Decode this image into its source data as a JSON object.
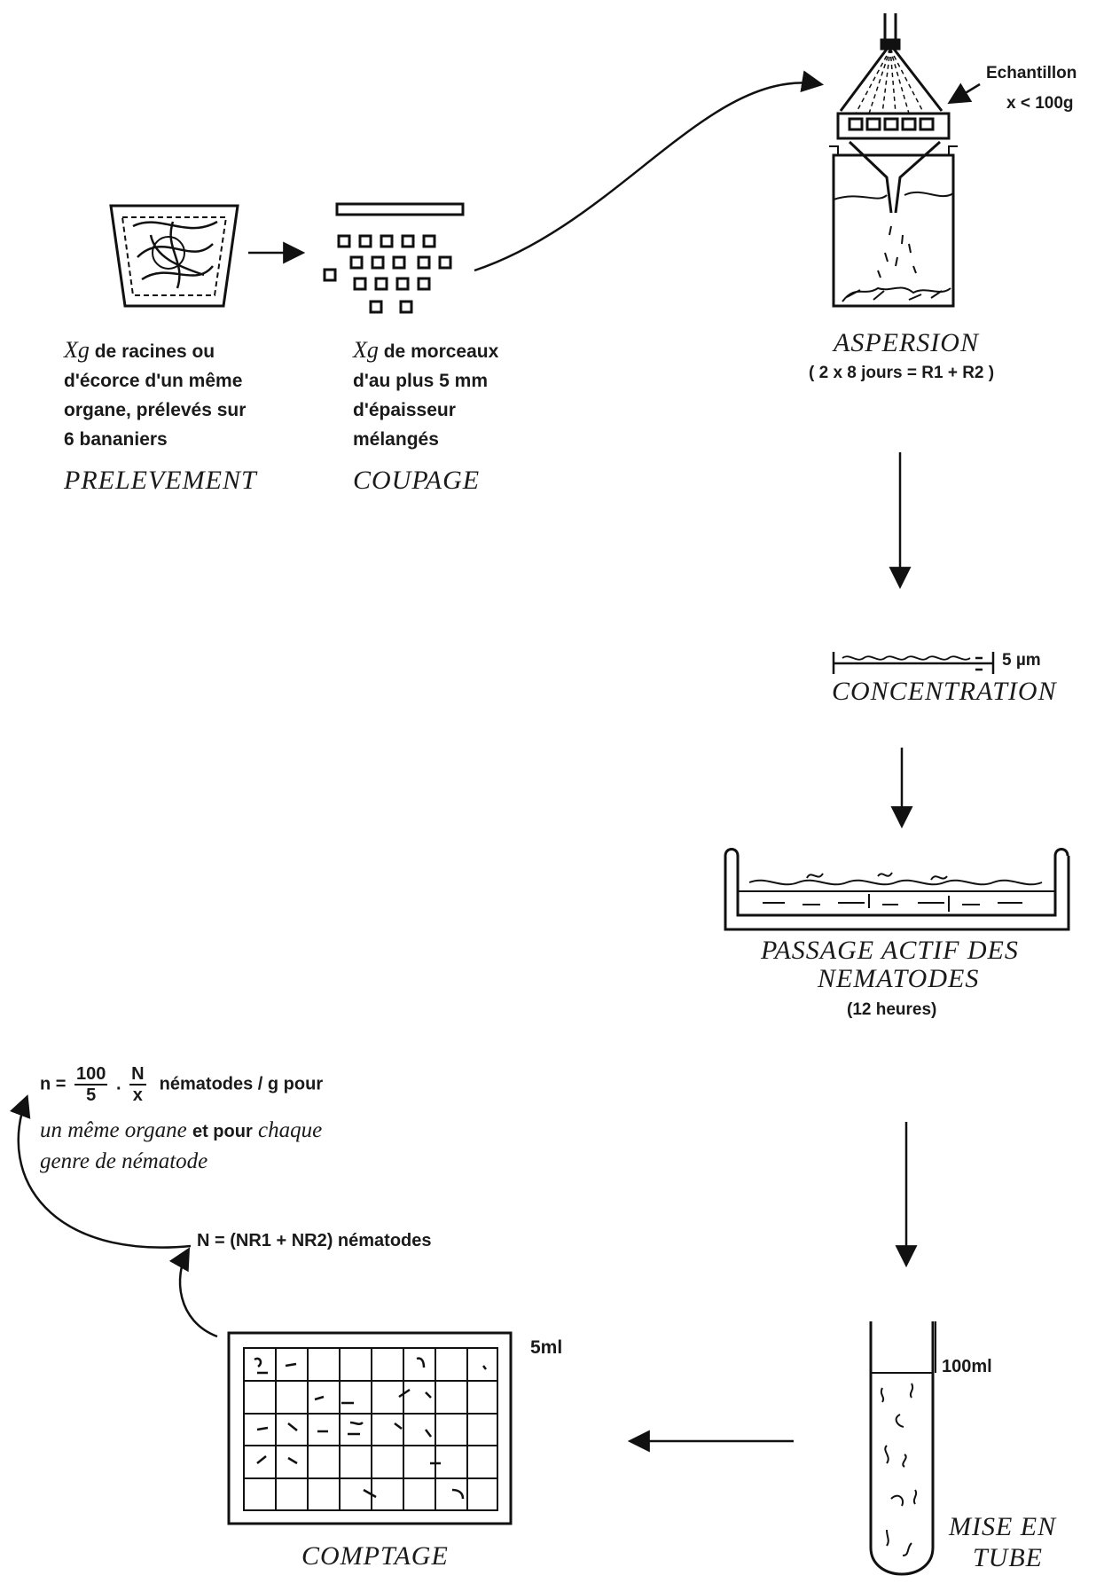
{
  "prelevement": {
    "xg": "Xg",
    "line1": "de racines ou",
    "line2": "d'écorce d'un même",
    "line3": "organe, prélevés sur",
    "line4": "6 bananiers",
    "title": "PRELEVEMENT"
  },
  "coupage": {
    "xg": "Xg",
    "line1": "de morceaux",
    "line2": "d'au plus 5 mm",
    "line3": "d'épaisseur",
    "line4": "mélangés",
    "title": "COUPAGE"
  },
  "aspersion": {
    "sample_label": "Echantillon",
    "sample_value": "x < 100g",
    "title": "ASPERSION",
    "detail": "( 2 x 8 jours = R1 + R2 )"
  },
  "concentration": {
    "scale": "5 µm",
    "title": "CONCENTRATION"
  },
  "passage": {
    "title_line1": "PASSAGE ACTIF DES",
    "title_line2": "NEMATODES",
    "duration": "(12 heures)"
  },
  "mise_en_tube": {
    "volume": "100ml",
    "title_line1": "MISE EN",
    "title_line2": "TUBE"
  },
  "comptage": {
    "volume": "5ml",
    "title": "COMPTAGE"
  },
  "formula": {
    "n_eq": "n =",
    "frac1_num": "100",
    "frac1_den": "5",
    "dot": ".",
    "frac2_num": "N",
    "frac2_den": "x",
    "unit_text": "nématodes / g pour",
    "line2_it1": "un même organe",
    "line2_mid": "et pour",
    "line2_it2": "chaque",
    "line3": "genre de nématode"
  },
  "total": {
    "text": "N = (NR1 + NR2) nématodes"
  }
}
